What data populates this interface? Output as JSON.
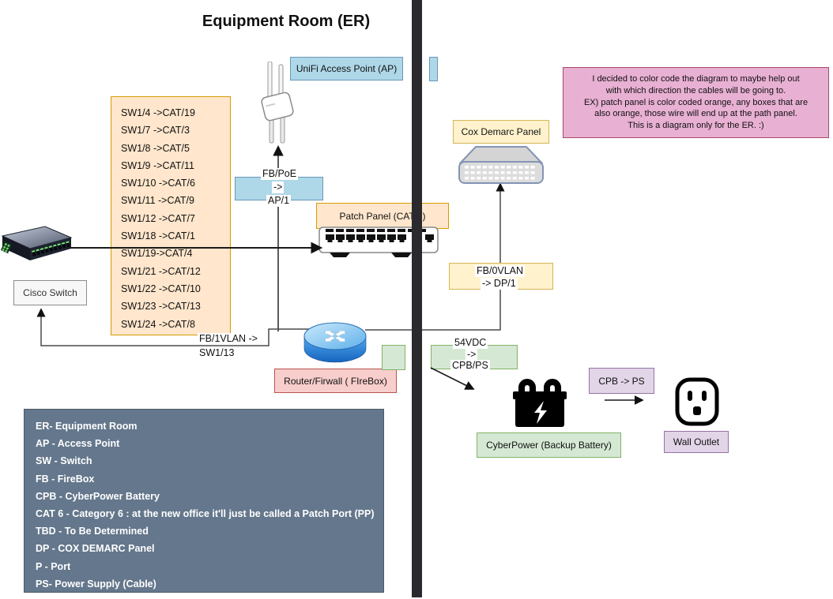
{
  "title": "Equipment Room (ER)",
  "left_pane": {
    "ap_label": "UniFi Access Point (AP)",
    "fb_poe_edge": {
      "line1": "FB/PoE",
      "line2": "->",
      "line3": "AP/1"
    },
    "sw_port_map": [
      "SW1/4 ->CAT/19",
      "SW1/7 ->CAT/3",
      "SW1/8 ->CAT/5",
      "SW1/9 ->CAT/11",
      "SW1/10 ->CAT/6",
      "SW1/11 ->CAT/9",
      "SW1/12 ->CAT/7",
      "SW1/18 ->CAT/1",
      "SW1/19->CAT/4",
      "SW1/21 ->CAT/12",
      "SW1/22 ->CAT/10",
      "SW1/23 ->CAT/13",
      "SW1/24 ->CAT/8"
    ],
    "cisco_switch_label": "Cisco Switch",
    "patch_panel_label": "Patch Panel (CAT 6)",
    "fb_1vlan_edge": {
      "line1": "FB/1VLAN ->",
      "line2": "SW1/13"
    },
    "router_label": "Router/Firwall ( FIreBox)"
  },
  "right_pane": {
    "cox_demarc_label": "Cox Demarc Panel",
    "fb_0vlan_edge": {
      "line1": "FB/0VLAN",
      "line2": "-> DP/1"
    },
    "power_edge": {
      "line1": "54VDC",
      "line2": "->",
      "line3": "CPB/PS"
    },
    "cpb_ps_label": "CPB -> PS",
    "cyberpower_label": "CyberPower (Backup Battery)",
    "wall_outlet_label": "Wall Outlet",
    "note_lines": [
      "I decided to color code the diagram to maybe help out",
      "with which direction the cables will be going to.",
      "EX) patch panel is color coded orange, any boxes that are",
      "also orange, those wire will end up at the path panel.",
      "This is a diagram only for the ER. :)"
    ]
  },
  "legend": {
    "items": [
      "ER- Equipment Room",
      "AP - Access Point",
      "SW - Switch",
      "FB - FireBox",
      "CPB - CyberPower Battery",
      "CAT 6 - Category 6 : at the new office it'll just be called a Patch Port (PP)",
      "TBD - To Be Determined",
      "DP - COX DEMARC Panel",
      "P - Port",
      "PS- Power Supply (Cable)"
    ]
  },
  "icons": [
    "unifi-ap-icon",
    "cisco-switch-icon",
    "patch-panel-icon",
    "router-icon",
    "cox-demarc-panel-icon",
    "battery-icon",
    "wall-outlet-icon"
  ],
  "colors": {
    "orange_fill": "#ffe6cc",
    "orange_border": "#d79b00",
    "yellow_fill": "#fff2cc",
    "yellow_border": "#d6b656",
    "blue_fill": "#aed7e8",
    "blue_border": "#6898b8",
    "green_fill": "#d5e8d4",
    "green_border": "#82b366",
    "red_fill": "#f8cecc",
    "red_border": "#b85450",
    "purple_fill": "#e1d5e7",
    "purple_border": "#9673a6",
    "pink_note_fill": "#e8b0d3",
    "pink_note_border": "#a94968",
    "legend_fill": "#64778c",
    "legend_text": "#ffffff",
    "divider": "#2a2a2e",
    "edge_color": "#4a4a4a"
  }
}
